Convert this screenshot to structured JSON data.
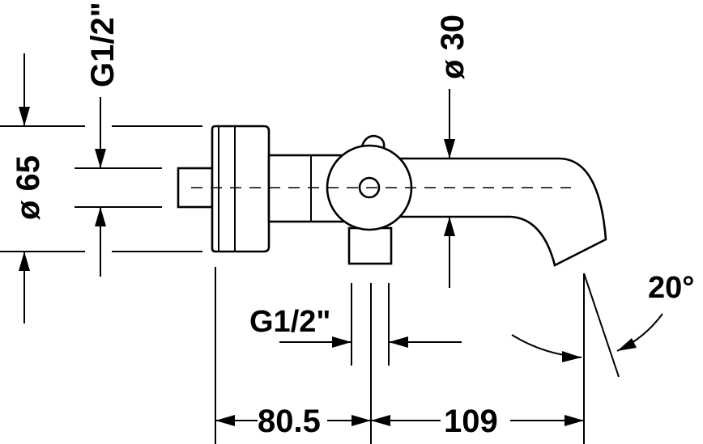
{
  "dimensions": {
    "pipe_thread_top": "G1/2\"",
    "body_diameter": "ø 65",
    "spout_diameter": "ø 30",
    "outlet_thread": "G1/2\"",
    "angle": "20°",
    "length_left": "80.5",
    "length_right": "109"
  }
}
